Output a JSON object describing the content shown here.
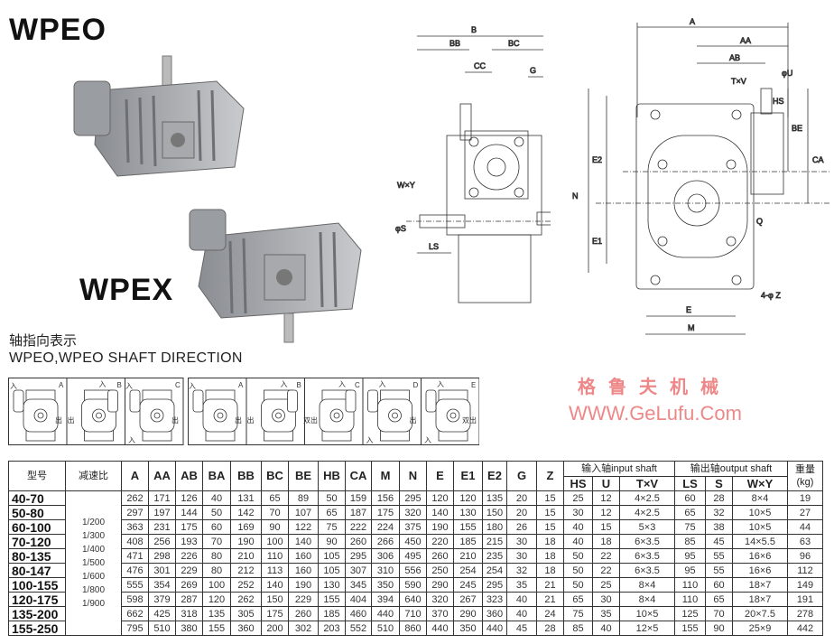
{
  "titles": {
    "wpeo": "WPEO",
    "wpex": "WPEX"
  },
  "shaft_direction": {
    "title_cn": "轴指向表示",
    "title_en": "WPEO,WPEO  SHAFT DIRECTION"
  },
  "direction_diagrams": [
    {
      "group": 1,
      "panels": [
        {
          "letter": "A",
          "labels": [
            "入",
            "出"
          ]
        },
        {
          "letter": "B",
          "labels": [
            "入",
            "出"
          ]
        },
        {
          "letter": "C",
          "labels": [
            "入",
            "出",
            "入"
          ]
        }
      ]
    },
    {
      "group": 2,
      "panels": [
        {
          "letter": "A",
          "labels": [
            "入",
            "出"
          ]
        },
        {
          "letter": "B",
          "labels": [
            "入",
            "出"
          ]
        },
        {
          "letter": "C",
          "labels": [
            "入",
            "双出"
          ]
        },
        {
          "letter": "D",
          "labels": [
            "入",
            "出",
            "入"
          ]
        },
        {
          "letter": "E",
          "labels": [
            "入",
            "双出",
            "入"
          ]
        }
      ]
    }
  ],
  "side_view_labels": {
    "B": "B",
    "BB": "BB",
    "BC": "BC",
    "CC": "CC",
    "G": "G",
    "WY": "W×Y",
    "S": "φS",
    "LS": "LS"
  },
  "front_view_labels": {
    "A": "A",
    "AA": "AA",
    "AB": "AB",
    "U": "φU",
    "TV": "T×V",
    "HS": "HS",
    "BE": "BE",
    "CA": "CA",
    "E2": "E2",
    "N": "N",
    "E1": "E1",
    "Q": "Q",
    "E": "E",
    "M": "M",
    "Z": "4-φ Z"
  },
  "table": {
    "headers": [
      "型号",
      "减速比",
      "A",
      "AA",
      "AB",
      "BA",
      "BB",
      "BC",
      "BE",
      "HB",
      "CA",
      "M",
      "N",
      "E",
      "E1",
      "E2",
      "G",
      "Z"
    ],
    "input_group": "输入轴input shaft",
    "output_group": "输出轴output shaft",
    "weight_header": [
      "重量",
      "(kg)"
    ],
    "input_headers": [
      "HS",
      "U",
      "T×V"
    ],
    "output_headers": [
      "LS",
      "S",
      "W×Y"
    ],
    "ratios": [
      "1/200",
      "1/300",
      "1/400",
      "1/500",
      "1/600",
      "1/800",
      "1/900"
    ],
    "rows": [
      {
        "model": "40-70",
        "vals": [
          "262",
          "171",
          "126",
          "40",
          "131",
          "65",
          "89",
          "50",
          "159",
          "156",
          "295",
          "120",
          "120",
          "135",
          "20",
          "15"
        ],
        "input": [
          "25",
          "12",
          "4×2.5"
        ],
        "output": [
          "60",
          "28",
          "8×4"
        ],
        "kg": "19"
      },
      {
        "model": "50-80",
        "vals": [
          "297",
          "197",
          "144",
          "50",
          "142",
          "70",
          "107",
          "65",
          "187",
          "175",
          "320",
          "140",
          "130",
          "150",
          "20",
          "15"
        ],
        "input": [
          "30",
          "12",
          "4×2.5"
        ],
        "output": [
          "65",
          "32",
          "10×5"
        ],
        "kg": "27"
      },
      {
        "model": "60-100",
        "vals": [
          "363",
          "231",
          "175",
          "60",
          "169",
          "90",
          "122",
          "75",
          "222",
          "224",
          "375",
          "190",
          "155",
          "180",
          "26",
          "15"
        ],
        "input": [
          "40",
          "15",
          "5×3"
        ],
        "output": [
          "75",
          "38",
          "10×5"
        ],
        "kg": "44"
      },
      {
        "model": "70-120",
        "vals": [
          "408",
          "256",
          "193",
          "70",
          "190",
          "100",
          "140",
          "90",
          "260",
          "266",
          "450",
          "220",
          "185",
          "215",
          "30",
          "18"
        ],
        "input": [
          "40",
          "18",
          "6×3.5"
        ],
        "output": [
          "85",
          "45",
          "14×5.5"
        ],
        "kg": "63"
      },
      {
        "model": "80-135",
        "vals": [
          "471",
          "298",
          "226",
          "80",
          "210",
          "110",
          "160",
          "105",
          "295",
          "306",
          "495",
          "260",
          "210",
          "235",
          "30",
          "18"
        ],
        "input": [
          "50",
          "22",
          "6×3.5"
        ],
        "output": [
          "95",
          "55",
          "16×6"
        ],
        "kg": "96"
      },
      {
        "model": "80-147",
        "vals": [
          "476",
          "301",
          "229",
          "80",
          "212",
          "113",
          "160",
          "105",
          "307",
          "310",
          "556",
          "250",
          "254",
          "254",
          "32",
          "18"
        ],
        "input": [
          "50",
          "22",
          "6×3.5"
        ],
        "output": [
          "95",
          "55",
          "16×6"
        ],
        "kg": "112"
      },
      {
        "model": "100-155",
        "vals": [
          "555",
          "354",
          "269",
          "100",
          "252",
          "140",
          "190",
          "130",
          "345",
          "350",
          "590",
          "290",
          "245",
          "295",
          "35",
          "21"
        ],
        "input": [
          "50",
          "25",
          "8×4"
        ],
        "output": [
          "110",
          "60",
          "18×7"
        ],
        "kg": "149"
      },
      {
        "model": "120-175",
        "vals": [
          "598",
          "379",
          "287",
          "120",
          "262",
          "150",
          "229",
          "155",
          "404",
          "394",
          "640",
          "320",
          "267",
          "323",
          "40",
          "21"
        ],
        "input": [
          "65",
          "30",
          "8×4"
        ],
        "output": [
          "110",
          "65",
          "18×7"
        ],
        "kg": "191"
      },
      {
        "model": "135-200",
        "vals": [
          "662",
          "425",
          "318",
          "135",
          "305",
          "175",
          "260",
          "185",
          "460",
          "440",
          "710",
          "370",
          "290",
          "360",
          "40",
          "24"
        ],
        "input": [
          "75",
          "35",
          "10×5"
        ],
        "output": [
          "125",
          "70",
          "20×7.5"
        ],
        "kg": "278"
      },
      {
        "model": "155-250",
        "vals": [
          "795",
          "510",
          "380",
          "155",
          "360",
          "200",
          "302",
          "203",
          "552",
          "510",
          "860",
          "440",
          "350",
          "440",
          "45",
          "28"
        ],
        "input": [
          "85",
          "40",
          "12×5"
        ],
        "output": [
          "155",
          "90",
          "25×9"
        ],
        "kg": "442"
      }
    ]
  },
  "watermark": {
    "cn": "格鲁夫机械",
    "url": "WWW.GeLufu.Com",
    "color": "#e88888"
  }
}
